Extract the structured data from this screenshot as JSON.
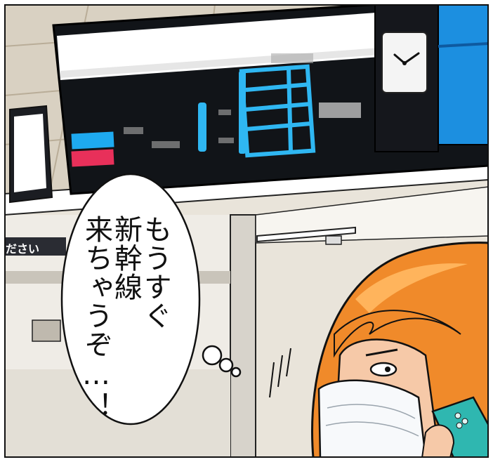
{
  "speech_bubble": {
    "lines": [
      "もうすぐ",
      "新幹線",
      "来ちゃうぞ…！"
    ]
  },
  "partial_sign": {
    "text": "ください"
  },
  "colors": {
    "board": "#111418",
    "indicator_blue": "#1eaaf0",
    "indicator_red": "#e8305a",
    "hair": "#f08a2a",
    "phone": "#2fb7b0",
    "skin": "#f6c9a8"
  }
}
